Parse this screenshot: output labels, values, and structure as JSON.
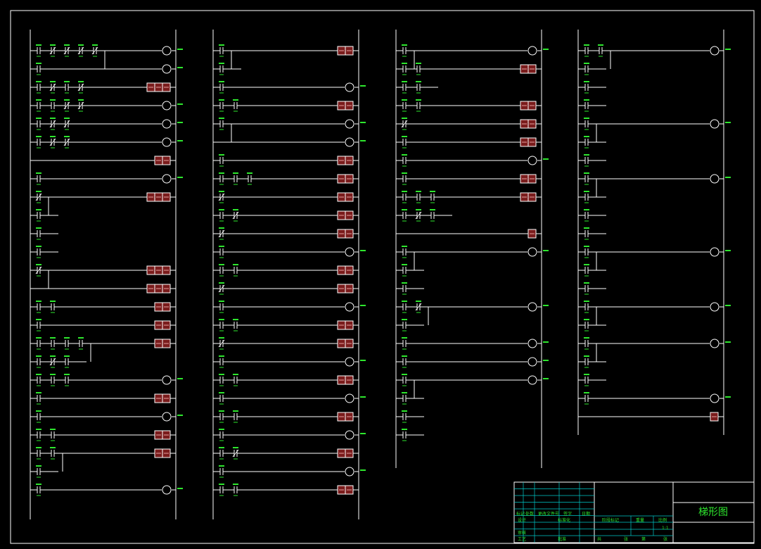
{
  "drawing": {
    "title": "梯形图",
    "colors": {
      "background": "#000000",
      "line": "#ffffff",
      "annotation": "#2ee62e",
      "block_fill": "#7a1c1c",
      "grid": "#00c8c8"
    }
  },
  "title_block": {
    "row_labels": [
      "标记",
      "处数",
      "更改文件号",
      "签字",
      "日期"
    ],
    "design": "设计",
    "standard": "标准化",
    "review": "审核",
    "process": "工艺",
    "approve": "批准",
    "stage": "阶段标记",
    "weight": "重量",
    "scale_label": "比例",
    "scale": "1:1",
    "total": "共",
    "sheet": "张",
    "page": "第",
    "drawing_title": "梯形图"
  },
  "ladder": {
    "columns": [
      {
        "name": "column-1",
        "rungs": [
          {
            "contacts": [
              "no",
              "nc",
              "nc",
              "nc",
              "nc"
            ],
            "output": "coil",
            "branch": true
          },
          {
            "contacts": [
              "no"
            ],
            "output": "coil"
          },
          {
            "contacts": [
              "no",
              "nc",
              "no",
              "nc"
            ],
            "output": "block3"
          },
          {
            "contacts": [
              "no",
              "no",
              "nc",
              "nc"
            ],
            "output": "coil"
          },
          {
            "contacts": [
              "no",
              "nc",
              "nc"
            ],
            "output": "coil"
          },
          {
            "contacts": [
              "no",
              "nc",
              "nc"
            ],
            "output": "coil"
          },
          {
            "contacts": [],
            "output": "block2"
          },
          {
            "contacts": [
              "no"
            ],
            "output": "coil"
          },
          {
            "contacts": [
              "nc"
            ],
            "output": "block3",
            "branch": true
          },
          {
            "contacts": [
              "no"
            ],
            "output": "none"
          },
          {
            "contacts": [
              "no"
            ],
            "output": "none"
          },
          {
            "contacts": [
              "no"
            ],
            "output": "none"
          },
          {
            "contacts": [
              "nc"
            ],
            "output": "block3",
            "branch": true
          },
          {
            "contacts": [],
            "output": "block3"
          },
          {
            "contacts": [
              "no",
              "no"
            ],
            "output": "block2"
          },
          {
            "contacts": [
              "no"
            ],
            "output": "block2"
          },
          {
            "contacts": [
              "no",
              "no",
              "no",
              "no"
            ],
            "output": "block2",
            "branch": true
          },
          {
            "contacts": [
              "no",
              "nc",
              "no"
            ],
            "output": "none"
          },
          {
            "contacts": [
              "no",
              "no",
              "no"
            ],
            "output": "coil"
          },
          {
            "contacts": [
              "no"
            ],
            "output": "block2"
          },
          {
            "contacts": [
              "no"
            ],
            "output": "coil"
          },
          {
            "contacts": [
              "no",
              "no"
            ],
            "output": "block2"
          },
          {
            "contacts": [
              "no",
              "no"
            ],
            "output": "block2",
            "branch": true
          },
          {
            "contacts": [
              "no"
            ],
            "output": "none"
          },
          {
            "contacts": [
              "no"
            ],
            "output": "coil"
          }
        ]
      },
      {
        "name": "column-2",
        "rungs": [
          {
            "contacts": [
              "no"
            ],
            "output": "block2",
            "branch": true
          },
          {
            "contacts": [
              "no"
            ],
            "output": "none"
          },
          {
            "contacts": [
              "no"
            ],
            "output": "coil"
          },
          {
            "contacts": [
              "no",
              "no"
            ],
            "output": "block2"
          },
          {
            "contacts": [
              "no"
            ],
            "output": "coil",
            "branch": true
          },
          {
            "contacts": [],
            "output": "coil"
          },
          {
            "contacts": [
              "no"
            ],
            "output": "block2"
          },
          {
            "contacts": [
              "no",
              "no",
              "no"
            ],
            "output": "block2"
          },
          {
            "contacts": [
              "nc"
            ],
            "output": "block2"
          },
          {
            "contacts": [
              "no",
              "nc"
            ],
            "output": "block2"
          },
          {
            "contacts": [
              "nc"
            ],
            "output": "block2"
          },
          {
            "contacts": [
              "no"
            ],
            "output": "coil"
          },
          {
            "contacts": [
              "no",
              "no"
            ],
            "output": "block2"
          },
          {
            "contacts": [
              "nc"
            ],
            "output": "block2"
          },
          {
            "contacts": [
              "no"
            ],
            "output": "coil"
          },
          {
            "contacts": [
              "no",
              "no"
            ],
            "output": "block2"
          },
          {
            "contacts": [
              "nc"
            ],
            "output": "block2"
          },
          {
            "contacts": [
              "no"
            ],
            "output": "coil"
          },
          {
            "contacts": [
              "no",
              "no"
            ],
            "output": "block2"
          },
          {
            "contacts": [
              "no"
            ],
            "output": "coil"
          },
          {
            "contacts": [
              "no",
              "no"
            ],
            "output": "block2"
          },
          {
            "contacts": [
              "no"
            ],
            "output": "coil"
          },
          {
            "contacts": [
              "no",
              "nc"
            ],
            "output": "block2"
          },
          {
            "contacts": [
              "no"
            ],
            "output": "coil"
          },
          {
            "contacts": [
              "no",
              "no"
            ],
            "output": "block2"
          }
        ]
      },
      {
        "name": "column-3",
        "rungs": [
          {
            "contacts": [
              "no"
            ],
            "output": "coil",
            "branch": true
          },
          {
            "contacts": [
              "no",
              "no"
            ],
            "output": "block2"
          },
          {
            "contacts": [
              "no",
              "no"
            ],
            "output": "none"
          },
          {
            "contacts": [
              "no",
              "no"
            ],
            "output": "block2"
          },
          {
            "contacts": [
              "nc"
            ],
            "output": "block2"
          },
          {
            "contacts": [
              "no"
            ],
            "output": "block2"
          },
          {
            "contacts": [
              "no"
            ],
            "output": "coil"
          },
          {
            "contacts": [
              "no"
            ],
            "output": "block2"
          },
          {
            "contacts": [
              "no",
              "no",
              "no"
            ],
            "output": "block2"
          },
          {
            "contacts": [
              "no",
              "nc",
              "no"
            ],
            "output": "none"
          },
          {
            "contacts": [],
            "output": "block1"
          },
          {
            "contacts": [
              "no"
            ],
            "output": "coil",
            "branch": true
          },
          {
            "contacts": [
              "no"
            ],
            "output": "none"
          },
          {
            "contacts": [
              "no"
            ],
            "output": "none"
          },
          {
            "contacts": [
              "no",
              "nc"
            ],
            "output": "coil",
            "branch": true
          },
          {
            "contacts": [
              "no"
            ],
            "output": "none"
          },
          {
            "contacts": [
              "no"
            ],
            "output": "coil"
          },
          {
            "contacts": [
              "no"
            ],
            "output": "coil"
          },
          {
            "contacts": [
              "no"
            ],
            "output": "coil",
            "branch": true
          },
          {
            "contacts": [
              "no"
            ],
            "output": "none"
          },
          {
            "contacts": [
              "no"
            ],
            "output": "none"
          },
          {
            "contacts": [
              "no"
            ],
            "output": "none"
          }
        ]
      },
      {
        "name": "column-4",
        "rungs": [
          {
            "contacts": [
              "no",
              "no"
            ],
            "output": "coil",
            "branch": true
          },
          {
            "contacts": [
              "no"
            ],
            "output": "none"
          },
          {
            "contacts": [
              "no"
            ],
            "output": "none"
          },
          {
            "contacts": [
              "no"
            ],
            "output": "none"
          },
          {
            "contacts": [
              "no"
            ],
            "output": "coil",
            "branch": true
          },
          {
            "contacts": [
              "no"
            ],
            "output": "none"
          },
          {
            "contacts": [
              "no"
            ],
            "output": "none"
          },
          {
            "contacts": [
              "no"
            ],
            "output": "coil",
            "branch": true
          },
          {
            "contacts": [
              "no"
            ],
            "output": "none"
          },
          {
            "contacts": [
              "no"
            ],
            "output": "none"
          },
          {
            "contacts": [
              "no"
            ],
            "output": "none"
          },
          {
            "contacts": [
              "no"
            ],
            "output": "coil",
            "branch": true
          },
          {
            "contacts": [
              "no"
            ],
            "output": "none"
          },
          {
            "contacts": [
              "no"
            ],
            "output": "none"
          },
          {
            "contacts": [
              "no"
            ],
            "output": "coil",
            "branch": true
          },
          {
            "contacts": [
              "no"
            ],
            "output": "none"
          },
          {
            "contacts": [
              "no"
            ],
            "output": "coil",
            "branch": true
          },
          {
            "contacts": [
              "no"
            ],
            "output": "none"
          },
          {
            "contacts": [
              "no"
            ],
            "output": "none"
          },
          {
            "contacts": [
              "no"
            ],
            "output": "coil"
          },
          {
            "contacts": [],
            "output": "block1"
          }
        ]
      }
    ]
  }
}
